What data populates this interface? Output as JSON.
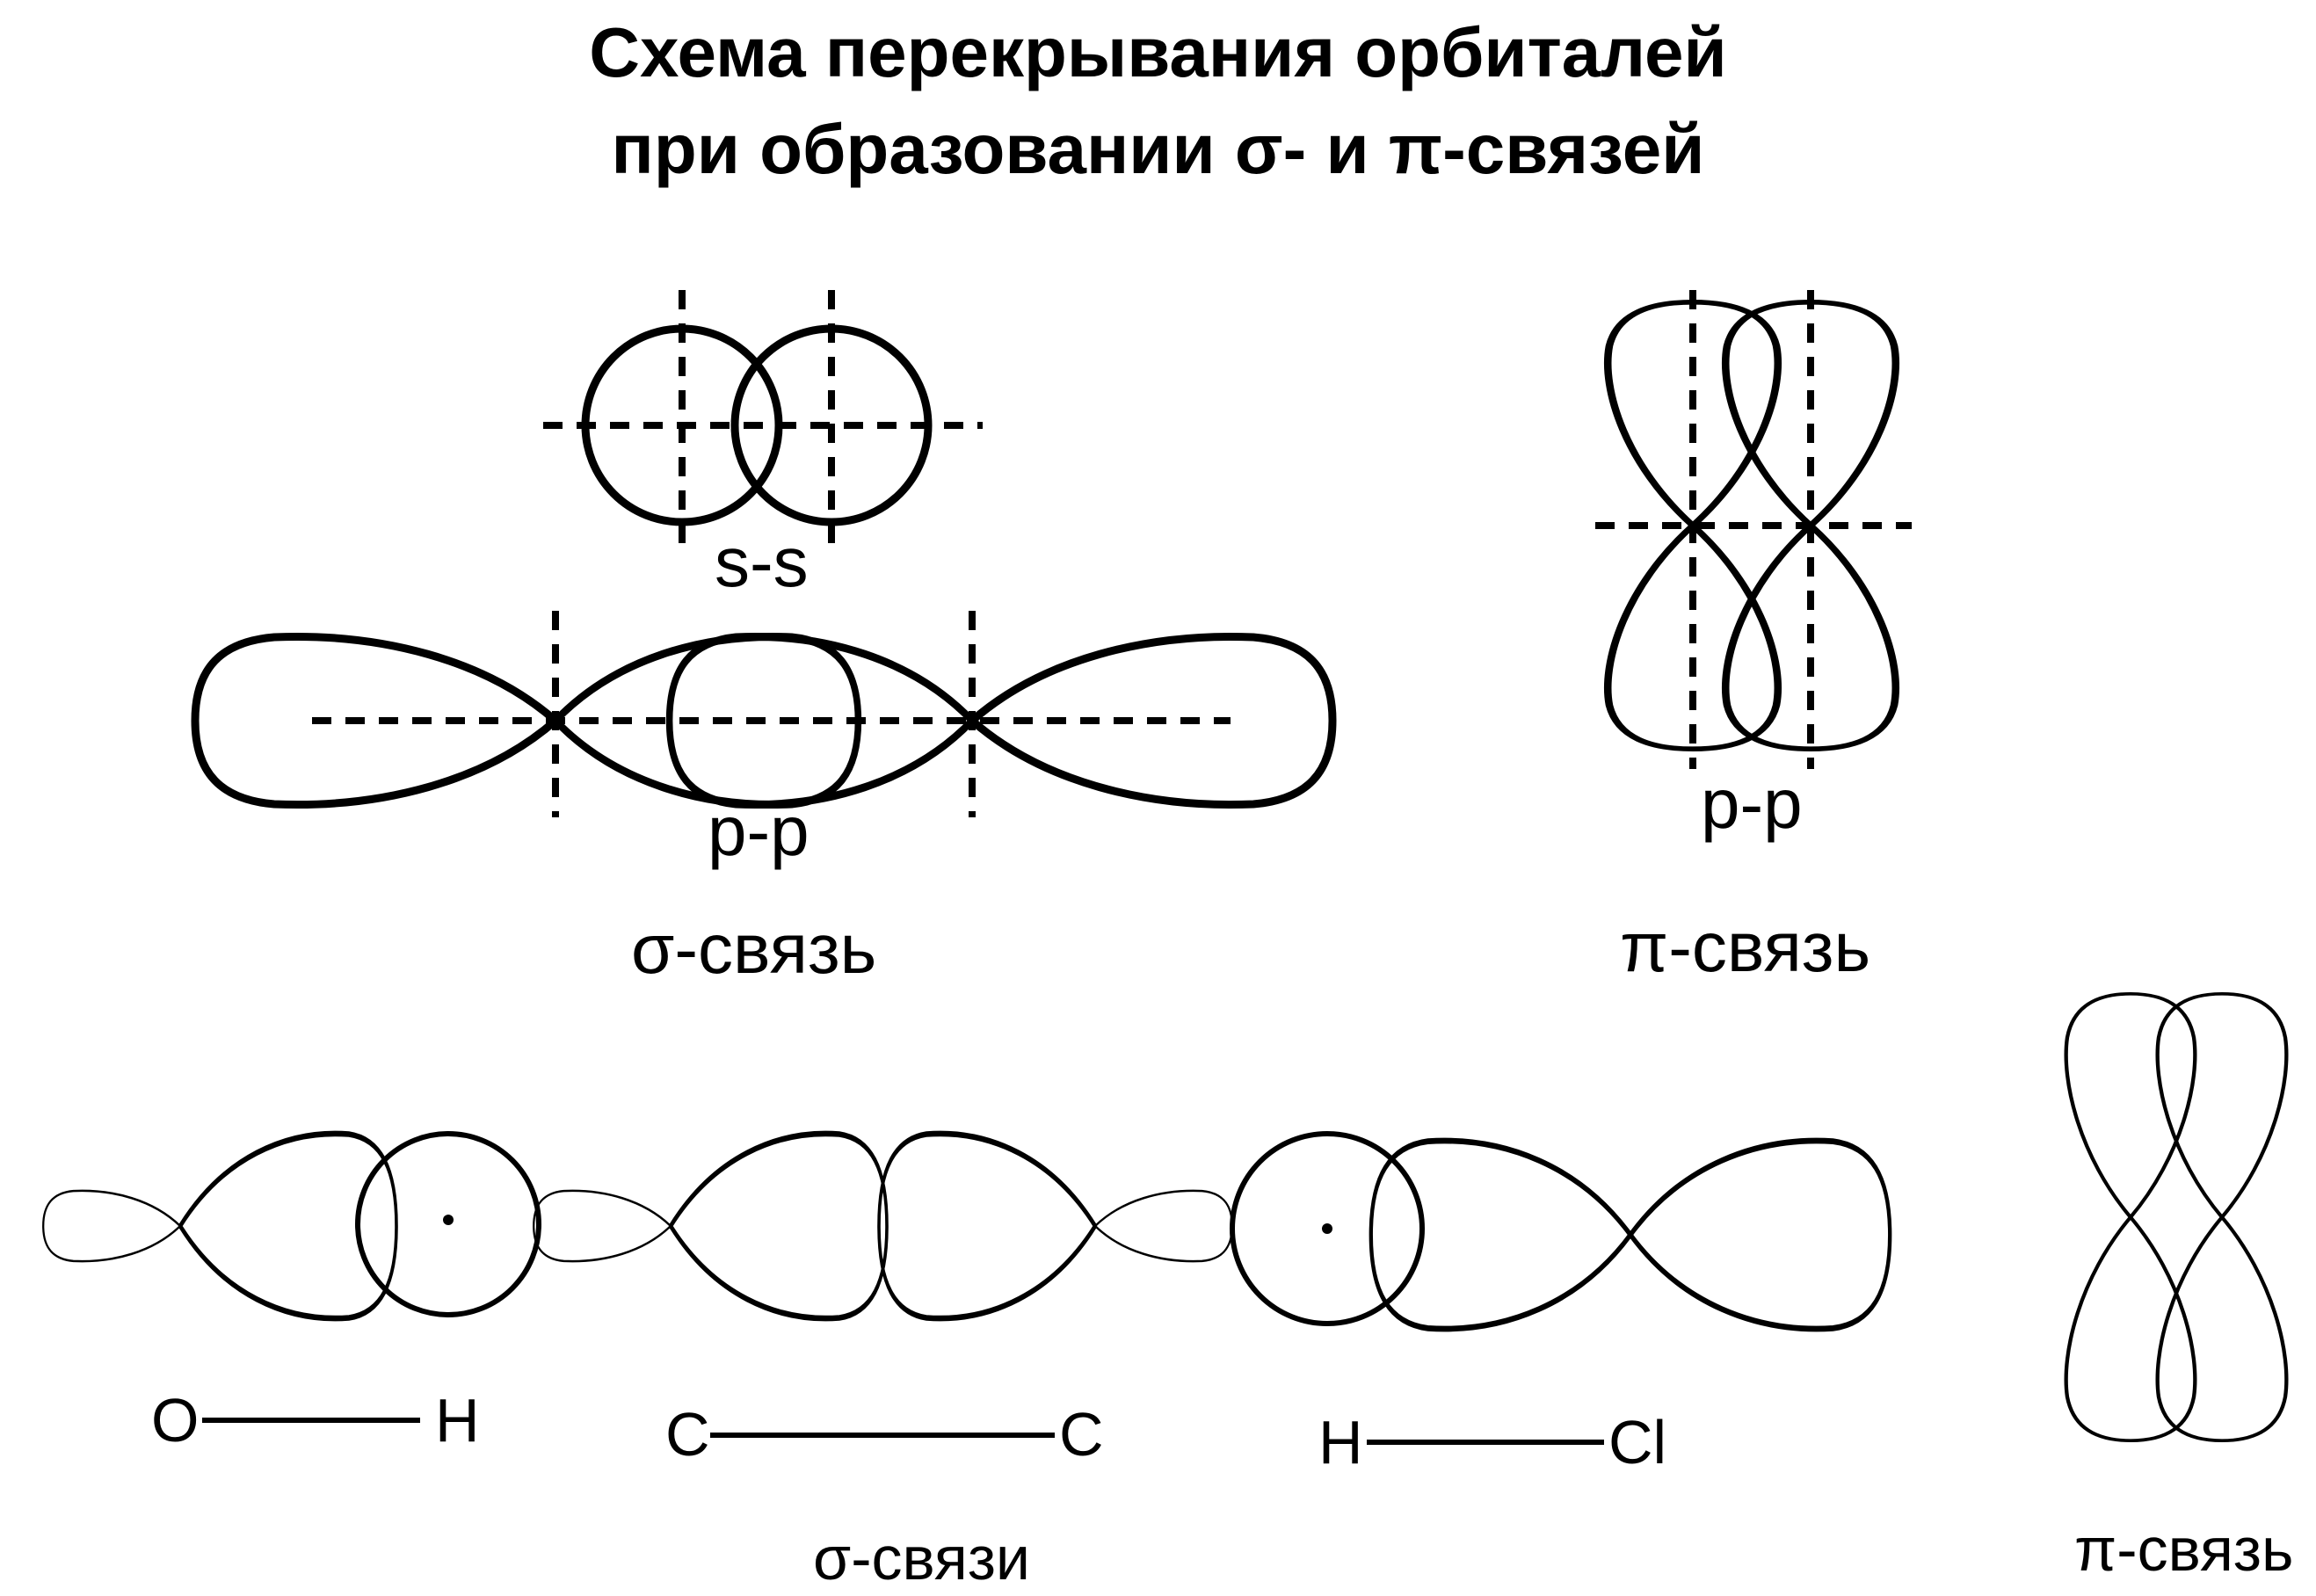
{
  "title": {
    "line1": "Схема перекрывания орбиталей",
    "line2": "при образовании σ- и π-связей"
  },
  "sigma_panel": {
    "ss_label": "s-s",
    "pp_label": "p-p",
    "caption": "σ-связь"
  },
  "pi_panel": {
    "pp_label": "p-p",
    "caption": "π-связь"
  },
  "molecules": {
    "oh": {
      "left": "O",
      "right": "H"
    },
    "cc": {
      "left": "C",
      "right": "C"
    },
    "hcl": {
      "left": "H",
      "right": "Cl"
    },
    "caption": "σ-связи"
  },
  "pi_double": {
    "caption": "π-связь"
  }
}
